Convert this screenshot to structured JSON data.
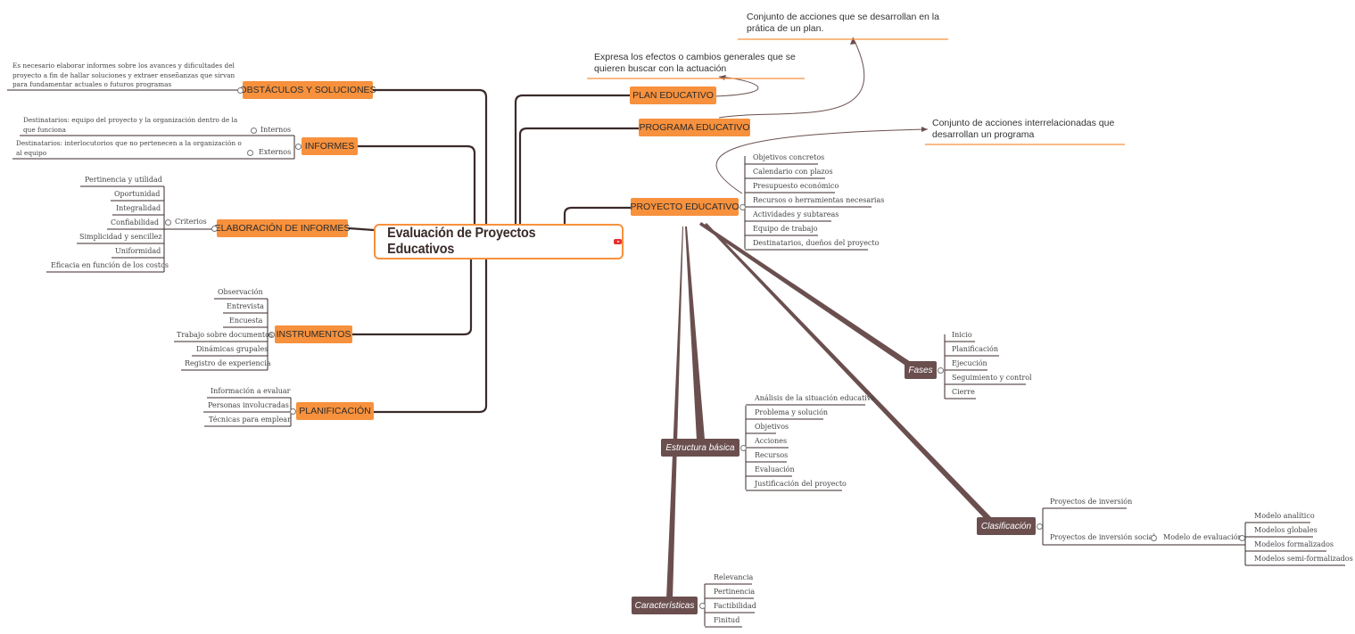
{
  "central_title": "Evaluación de Proyectos Educativos",
  "right_topics": {
    "plan": "PLAN EDUCATIVO",
    "programa": "PROGRAMA EDUCATIVO",
    "proyecto": "PROYECTO EDUCATIVO"
  },
  "float_notes": {
    "plan_def": "Expresa los efectos o cambios generales que se quieren buscar con la actuación",
    "conjunto_plan": "Conjunto de acciones que se desarrollan en la prática de un plan.",
    "conjunto_programa": "Conjunto de acciones interrelacionadas que desarrollan un programa"
  },
  "proyecto_items": [
    "Objetivos concretos",
    "Calendario con plazos",
    "Presupuesto económico",
    "Recursos o herramientas necesarias",
    "Actividades y subtareas",
    "Equipo de trabajo",
    "Destinatarios, dueños del proyecto"
  ],
  "fases": {
    "label": "Fases",
    "items": [
      "Inicio",
      "Planificación",
      "Ejecución",
      "Seguimiento y control",
      "Cierre"
    ]
  },
  "estructura": {
    "label": "Estructura básica",
    "items": [
      "Análisis de la situación educativa",
      "Problema y solución",
      "Objetivos",
      "Acciones",
      "Recursos",
      "Evaluación",
      "Justificación del proyecto"
    ]
  },
  "clasificacion": {
    "label": "Clasificación",
    "items": [
      "Proyectos de inversión",
      "Proyectos de inversión social"
    ],
    "sub_label": "Modelo de evaluación",
    "models": [
      "Modelo analítico",
      "Modelos globales",
      "Modelos formalizados",
      "Modelos semi-formalizados"
    ]
  },
  "caracteristicas": {
    "label": "Características",
    "items": [
      "Relevancia",
      "Pertinencia",
      "Factibilidad",
      "Finitud"
    ]
  },
  "left_topics": {
    "obstaculos": {
      "label": "OBSTÁCULOS Y SOLUCIONES",
      "note": "Es necesario elaborar informes sobre los avances y dificultades del proyecto a fin de hallar soluciones y extraer enseñanzas que sirvan para fundamentar actuales o futuros programas"
    },
    "informes": {
      "label": "INFORMES",
      "internos": "Internos",
      "internos_note": "Destinatarios: equipo del proyecto y la organización dentro de la que funciona",
      "externos": "Externos",
      "externos_note": "Destinatarios: interlocutorios que no pertenecen a la organización o al equipo"
    },
    "elaboracion": {
      "label": "ELABORACIÓN DE INFORMES",
      "sub_label": "Criterios",
      "items": [
        "Pertinencia y utilidad",
        "Oportunidad",
        "Integralidad",
        "Confiabilidad",
        "Simplicidad y sencillez",
        "Uniformidad",
        "Eficacia en función de los costos"
      ]
    },
    "instrumentos": {
      "label": "INSTRUMENTOS",
      "items": [
        "Observación",
        "Entrevista",
        "Encuesta",
        "Trabajo sobre documentos",
        "Dinámicas grupales",
        "Registro de experiencia"
      ]
    },
    "planificacion": {
      "label": "PLANIFICACIÓN",
      "items": [
        "Información a evaluar",
        "Personas involucradas",
        "Técnicas para emplear"
      ]
    }
  },
  "colors": {
    "accent": "#f7913d",
    "floating_topic": "#6b4f4f",
    "branch_line": "#3b2a2a"
  }
}
